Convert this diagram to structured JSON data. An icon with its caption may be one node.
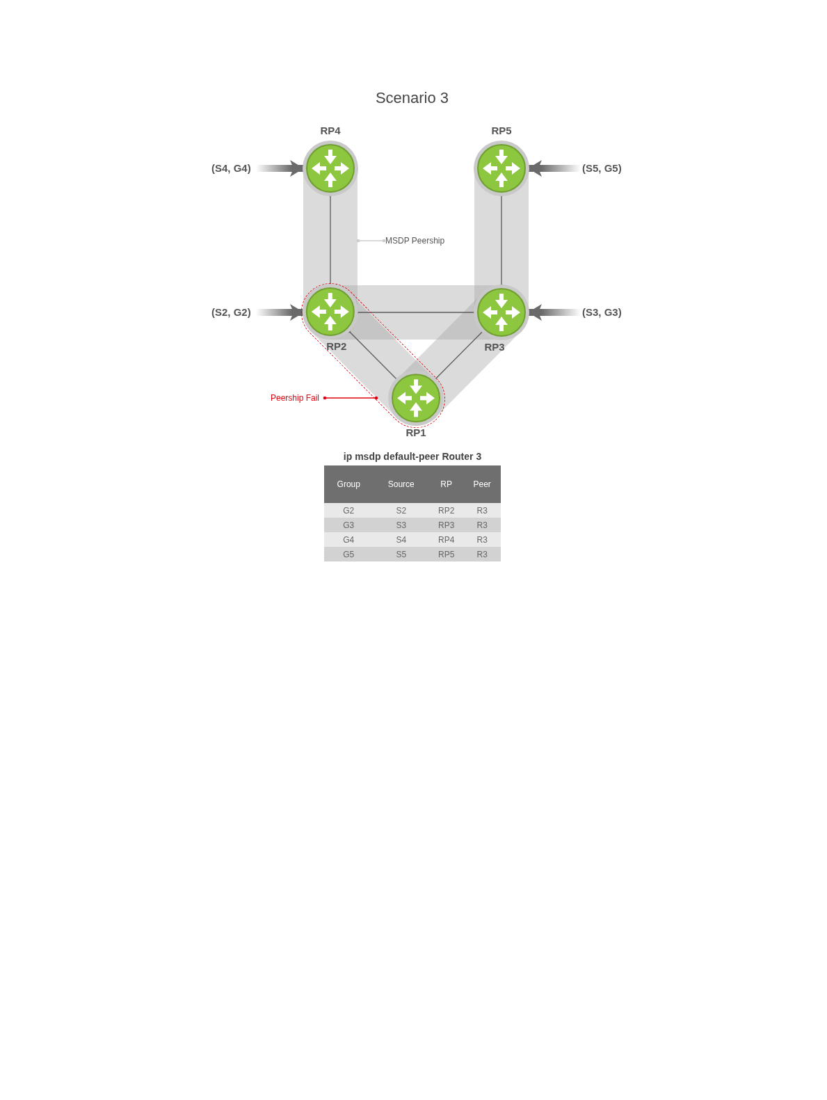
{
  "diagram": {
    "title": "Scenario 3",
    "nodes": [
      {
        "text": [
          "RP4"
        ]
      },
      {
        "text": [
          "RP5"
        ]
      },
      {
        "text": [],
        "shape": "box"
      },
      {
        "text": [
          "RP2"
        ],
        "in": 2
      },
      {
        "text": [
          "RP3"
        ]
      },
      {
        "text": [
          "RP1"
        ],
        "in": 2
      },
      {
        "text": [
          "(S4, G4)"
        ]
      },
      {
        "text": [
          "(S5, G5)"
        ]
      },
      {
        "text": [
          "(S2, G2)"
        ]
      },
      {
        "text": [
          "(S3, G3)"
        ]
      },
      {
        "text": [
          "MSDP Peership"
        ]
      },
      {
        "text": [
          "Peership Fail"
        ]
      }
    ],
    "edges": [
      {
        "from": 6,
        "to": 0,
        "arrow": "to",
        "style": "thick"
      },
      {
        "from": 7,
        "to": 1,
        "arrow": "to",
        "style": "thick"
      },
      {
        "from": 8,
        "to": 3,
        "arrow": "to",
        "style": "thick"
      },
      {
        "from": 9,
        "to": 4,
        "arrow": "to",
        "style": "thick"
      },
      {
        "from": 0,
        "to": 3,
        "arrow": "other"
      },
      {
        "from": 1,
        "to": 4,
        "arrow": "other"
      },
      {
        "from": 3,
        "to": 4,
        "arrow": "other"
      },
      {
        "from": 3,
        "to": 5,
        "arrow": "other"
      },
      {
        "from": 4,
        "to": 5,
        "arrow": "other"
      },
      {
        "from": 10,
        "to": null,
        "arrow": "other",
        "color": "#cccccc"
      },
      {
        "from": 11,
        "to": 2,
        "arrow": "other",
        "color": "#e3000f"
      }
    ],
    "labels": [
      "ip msdp default-peer Router 3",
      "Group",
      "Source",
      "RP",
      "Peer",
      "G2",
      "S2",
      "RP2",
      "R3",
      "G3",
      "S3",
      "RP3",
      "R3",
      "G4",
      "S4",
      "RP4",
      "R3",
      "G5",
      "S5",
      "RP5",
      "R3"
    ]
  }
}
